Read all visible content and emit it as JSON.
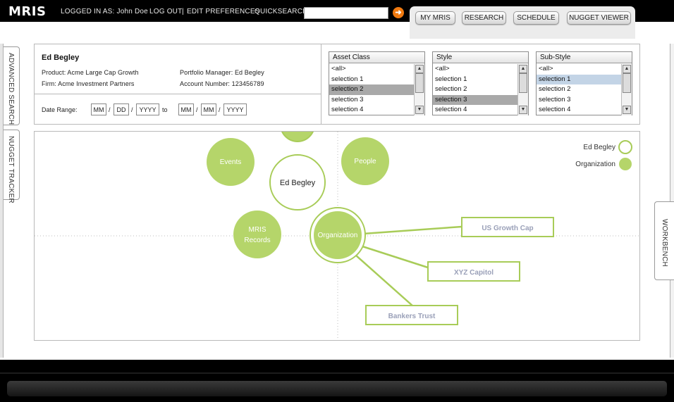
{
  "header": {
    "logo": "MRIS",
    "logged_in": "LOGGED IN AS: John Doe",
    "logout": "LOG OUT",
    "separator": "|",
    "edit_preferences": "EDIT PREFERENCES",
    "quicksearch_label": "QUICKSEARCH:",
    "quicksearch_value": "",
    "tabs": [
      {
        "label": "MY MRIS"
      },
      {
        "label": "RESEARCH"
      },
      {
        "label": "SCHEDULE"
      },
      {
        "label": "NUGGET VIEWER"
      }
    ]
  },
  "side_tabs": {
    "advanced_search": "ADVANCED SEARCH",
    "nugget_tracker": "NUGGET TRACKER",
    "workbench": "WORKBENCH"
  },
  "info": {
    "name": "Ed Begley",
    "product": "Product: Acme Large Cap Growth",
    "firm": "Firm: Acme Investment Partners",
    "manager": "Portfolio Manager: Ed Begley",
    "account": "Account Number: 123456789"
  },
  "date_range": {
    "label": "Date Range:",
    "from": [
      "MM",
      "DD",
      "YYYY"
    ],
    "to_label": "to",
    "to": [
      "MM",
      "MM",
      "YYYY"
    ],
    "slash": "/"
  },
  "filters": [
    {
      "title": "Asset Class",
      "options": [
        "<all>",
        "selection 1",
        "selection 2",
        "selection 3",
        "selection 4"
      ],
      "selected_index": 2,
      "highlight": "gray"
    },
    {
      "title": "Style",
      "options": [
        "<all>",
        "selection 1",
        "selection 2",
        "selection 3",
        "selection 4"
      ],
      "selected_index": 3,
      "highlight": "gray"
    },
    {
      "title": "Sub-Style",
      "options": [
        "<all>",
        "selection 1",
        "selection 2",
        "selection 3",
        "selection 4"
      ],
      "selected_index": 1,
      "highlight": "blue"
    }
  ],
  "graph": {
    "nodes": {
      "events": "Events",
      "people": "People",
      "ed_begley": "Ed Begley",
      "mris_records_line1": "MRIS",
      "mris_records_line2": "Records",
      "organization": "Organization"
    },
    "orgs": [
      "US Growth Cap",
      "XYZ Capitol",
      "Bankers Trust"
    ],
    "legend": [
      {
        "label": "Ed Begley",
        "style": "outline"
      },
      {
        "label": "Organization",
        "style": "filled"
      }
    ],
    "colors": {
      "node_fill": "#b5d56a",
      "node_stroke": "#a8cc58",
      "label_text": "#9aa0b8"
    }
  },
  "icons": {
    "go": "arrow-right-icon"
  }
}
